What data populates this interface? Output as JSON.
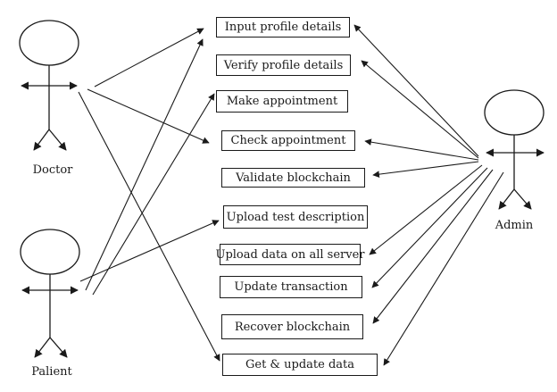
{
  "actors": {
    "doctor": "Doctor",
    "patient": "Palient",
    "admin": "Admin"
  },
  "use_cases": [
    "Input profile details",
    "Verify profile details",
    "Make appointment",
    "Check appointment",
    "Validate blockchain",
    "Upload test description",
    "Upload data on all server",
    "Update transaction",
    "Recover blockchain",
    "Get & update data"
  ],
  "colors": {
    "line": "#1a1a1a",
    "background": "#ffffff"
  }
}
